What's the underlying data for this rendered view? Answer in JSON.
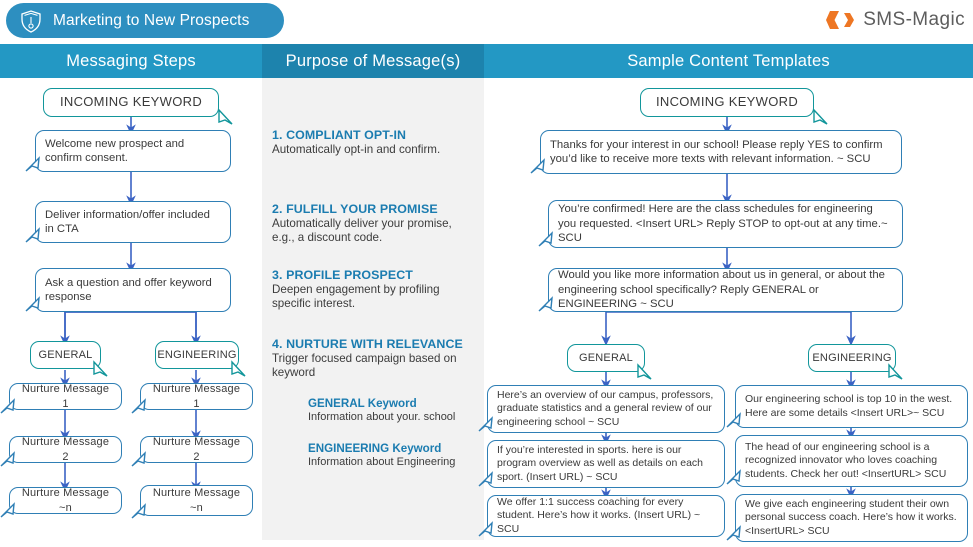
{
  "header": {
    "title": "Marketing to New Prospects",
    "crest_icon": "shield-crest-icon",
    "brand": "SMS-Magic",
    "brand_icon": "sms-magic-logo-icon",
    "pill_color": "#2d8fc0",
    "brand_color": "#ee7623"
  },
  "columns": {
    "left": "Messaging Steps",
    "middle": "Purpose of Message(s)",
    "right": "Sample Content Templates",
    "left_color": "#2398c4",
    "middle_color": "#1d83ad",
    "right_color": "#2398c4"
  },
  "steps": {
    "keyword": "INCOMING KEYWORD",
    "boxes": [
      "Welcome new prospect and confirm consent.",
      "Deliver information/offer included in CTA",
      "Ask a question and offer keyword response"
    ],
    "branch_general": "GENERAL",
    "branch_engineering": "ENGINEERING",
    "general_nurture": [
      "Nurture Message 1",
      "Nurture Message 2",
      "Nurture Message ~n"
    ],
    "engineering_nurture": [
      "Nurture Message 1",
      "Nurture Message 2",
      "Nurture Message ~n"
    ]
  },
  "purpose": {
    "items": [
      {
        "heading": "1. COMPLIANT OPT-IN",
        "body": "Automatically opt-in and confirm."
      },
      {
        "heading": "2. FULFILL YOUR PROMISE",
        "body": "Automatically deliver your promise, e.g., a discount code."
      },
      {
        "heading": "3. PROFILE PROSPECT",
        "body": "Deepen engagement by profiling specific interest."
      },
      {
        "heading": "4. NURTURE WITH RELEVANCE",
        "body": "Trigger focused campaign based on keyword"
      }
    ],
    "sub_items": [
      {
        "heading": "GENERAL Keyword",
        "body": "Information about your. school"
      },
      {
        "heading": "ENGINEERING Keyword",
        "body": "Information about Engineering"
      }
    ]
  },
  "templates": {
    "keyword": "INCOMING KEYWORD",
    "main": [
      "Thanks for your interest in our school! Please reply YES to confirm you’d like to receive more texts with relevant information. ~ SCU",
      "You’re confirmed!  Here are the class schedules for engineering you requested. <Insert URL>  Reply STOP to opt-out at any time.~ SCU",
      "Would you like more information about us in general, or about the engineering school specifically? Reply GENERAL or ENGINEERING  ~ SCU"
    ],
    "branch_general": "GENERAL",
    "branch_engineering": "ENGINEERING",
    "general": [
      "Here’s an overview of our campus, professors, graduate statistics and a general review of our engineering school ~ SCU",
      "If you’re interested in sports. here is our program overview as well as details on each sport. (Insert URL) ~ SCU",
      "We  offer 1:1 success coaching for every student. Here’s how it works. (Insert URL) ~ SCU"
    ],
    "engineering": [
      "Our engineering school is top 10 in the west. Here are some details <Insert URL>~ SCU",
      "The head of our engineering school is a recognized innovator who loves coaching students. Check her out! <InsertURL>  SCU",
      "We give each engineering student their own personal success coach. Here’s how it works. <InsertURL>  SCU"
    ]
  }
}
